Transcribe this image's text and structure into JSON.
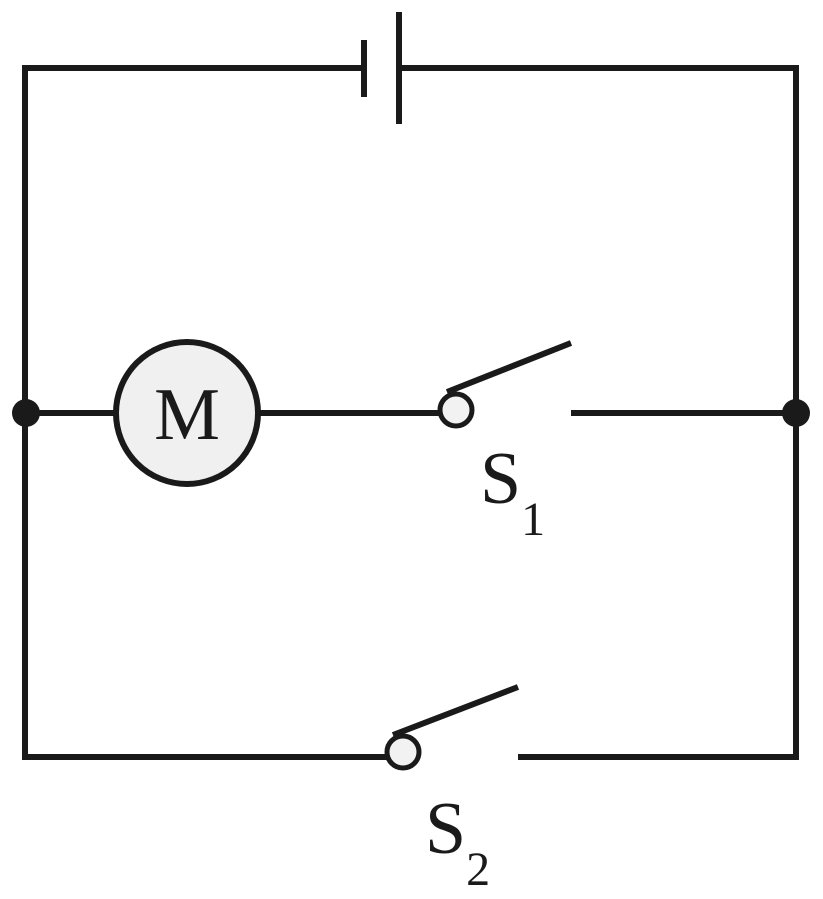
{
  "components": {
    "battery": {
      "name": "battery"
    },
    "motor": {
      "label": "M"
    },
    "switch_1": {
      "letter": "S",
      "subscript": "1"
    },
    "switch_2": {
      "letter": "S",
      "subscript": "2"
    }
  },
  "colors": {
    "line": "#1a1a1a",
    "motor_fill": "#f0f0f0",
    "terminal_fill": "#f2f2f2",
    "background": "#ffffff"
  }
}
